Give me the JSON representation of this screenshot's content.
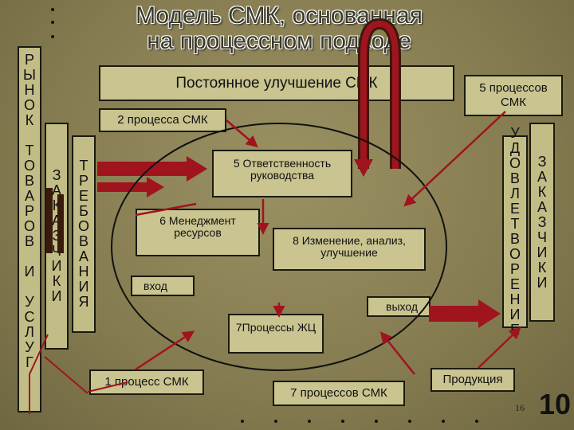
{
  "title_line1": "Модель СМК, основанная",
  "title_line2": "на процессном подходе",
  "left_column": [
    "Р",
    "Ы",
    "Н",
    "О",
    "К",
    "",
    "Т",
    "О",
    "В",
    "А",
    "Р",
    "О",
    "В",
    "",
    "И",
    "",
    "У",
    "С",
    "Л",
    "У",
    "Г"
  ],
  "zakazchiki_left": [
    "З",
    "А",
    "К",
    "А",
    "З",
    "Ч",
    "И",
    "К",
    "И"
  ],
  "trebovaniya": [
    "Т",
    "Р",
    "Е",
    "Б",
    "О",
    "В",
    "А",
    "Н",
    "И",
    "Я"
  ],
  "udovletvorenie": [
    "У",
    "Д",
    "О",
    "В",
    "Л",
    "Е",
    "Т",
    "В",
    "О",
    "Р",
    "Е",
    "Н",
    "И",
    "Е"
  ],
  "zakazchiki_right": [
    "З",
    "А",
    "К",
    "А",
    "З",
    "Ч",
    "И",
    "К",
    "И"
  ],
  "boxes": {
    "improvement": "Постоянное улучшение СМК",
    "five_smk": "5 процессов СМК",
    "two_smk": "2 процесса СМК",
    "responsibility": "5 Ответственность руководства",
    "resources": "6 Менеджмент ресурсов",
    "analysis": "8 Изменение, анализ, улучшение",
    "input": "вход",
    "output": "выход",
    "zhc": "7Процессы ЖЦ",
    "one_smk": "1 процесс СМК",
    "seven_smk": "7 процессов СМК",
    "product": "Продукция"
  },
  "page_number": "16",
  "slide_number": "10",
  "colors": {
    "arrow": "#a0141e",
    "box": "#c9c490",
    "column": "#c2bd86"
  }
}
